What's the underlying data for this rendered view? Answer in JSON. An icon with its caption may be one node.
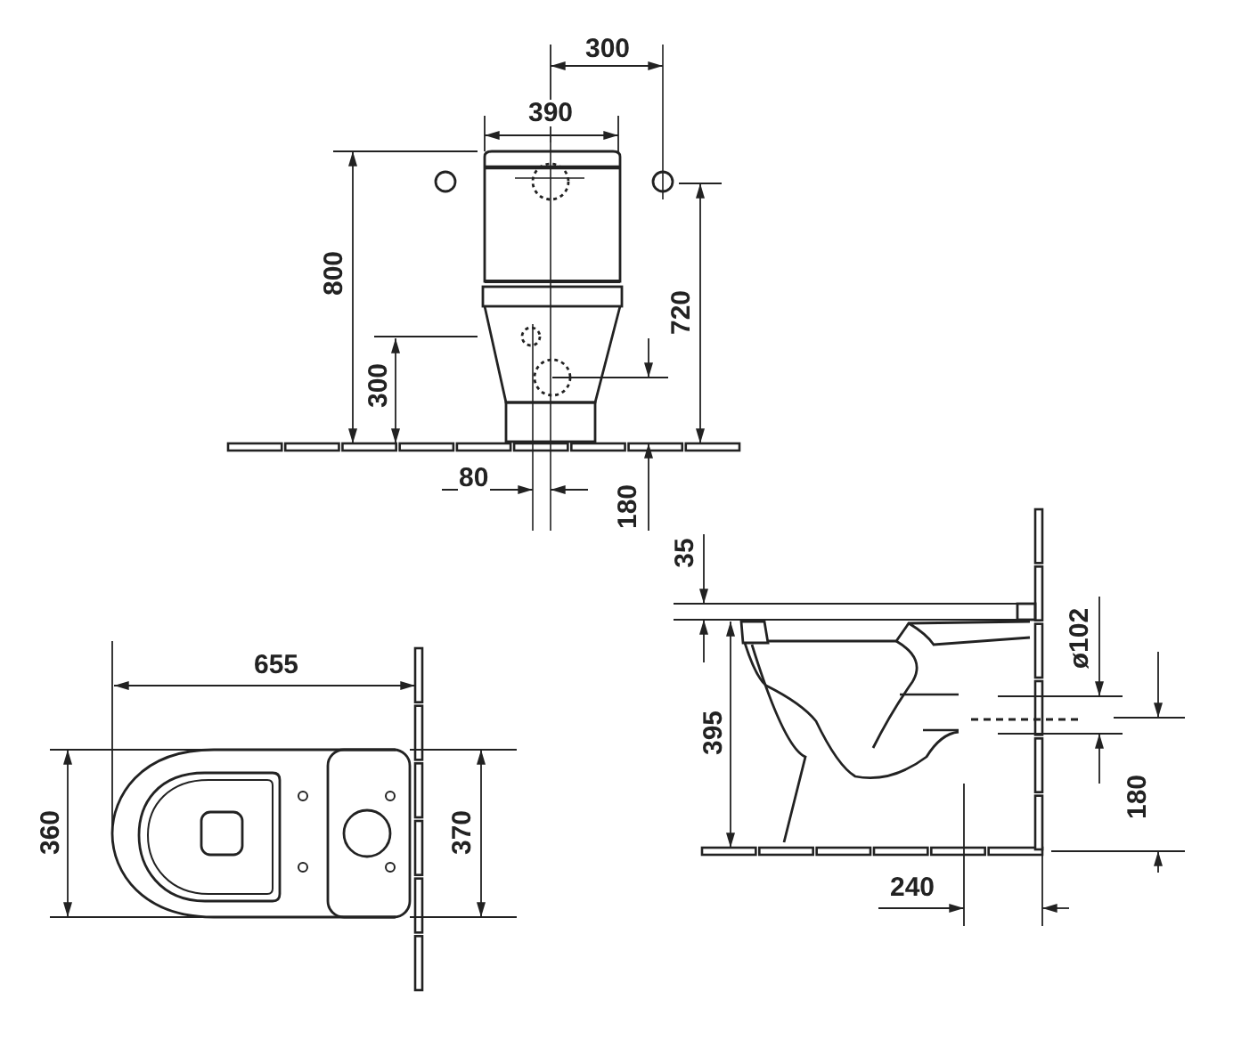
{
  "diagram": {
    "labels": [
      "300",
      "390",
      "800",
      "720",
      "300",
      "80",
      "180",
      "35",
      "ø102",
      "655",
      "395",
      "180",
      "360",
      "370",
      "240"
    ]
  }
}
